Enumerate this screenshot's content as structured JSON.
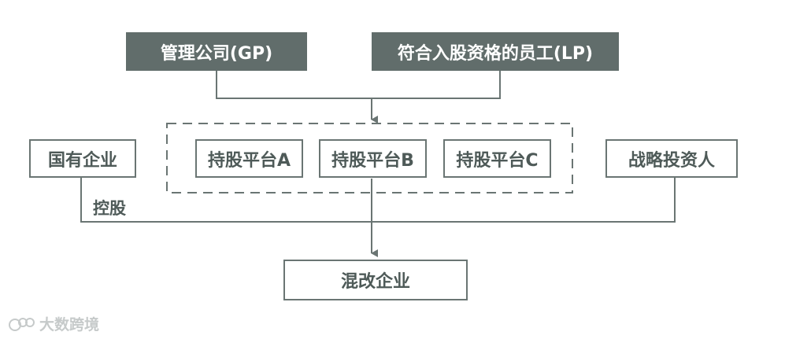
{
  "diagram": {
    "top_nodes": {
      "gp": "管理公司(GP)",
      "lp": "符合入股资格的员工(LP)"
    },
    "platforms": [
      "持股平台A",
      "持股平台B",
      "持股平台C"
    ],
    "soe": "国有企业",
    "strategic_investor": "战略投资人",
    "holding_label": "控股",
    "target": "混改企业"
  },
  "watermark": {
    "text": "大数跨境",
    "icon": "logo-icon"
  },
  "colors": {
    "dark_fill": "#616d6b",
    "line": "#6a7573",
    "text": "#4e5a58",
    "watermark": "#c6caca"
  }
}
